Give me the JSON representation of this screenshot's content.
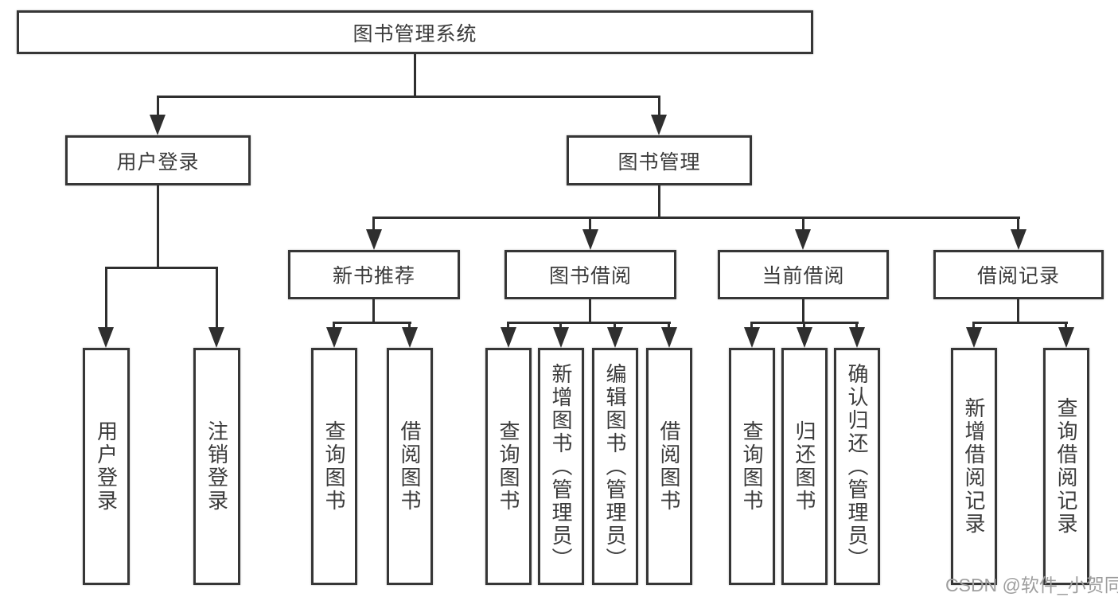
{
  "nodes": {
    "root": "图书管理系统",
    "level1": [
      "用户登录",
      "图书管理"
    ],
    "level2": [
      "新书推荐",
      "图书借阅",
      "当前借阅",
      "借阅记录"
    ],
    "leaves": [
      "用户登录",
      "注销登录",
      "查询图书",
      "借阅图书",
      "查询图书",
      "新增图书（管理员）",
      "编辑图书（管理员）",
      "借阅图书",
      "查询图书",
      "归还图书",
      "确认归还（管理员）",
      "新增借阅记录",
      "查询借阅记录"
    ]
  },
  "hierarchy": [
    {
      "parent": "图书管理系统",
      "children": [
        "用户登录",
        "图书管理"
      ]
    },
    {
      "parent": "用户登录",
      "children": [
        "用户登录",
        "注销登录"
      ]
    },
    {
      "parent": "图书管理",
      "children": [
        "新书推荐",
        "图书借阅",
        "当前借阅",
        "借阅记录"
      ]
    },
    {
      "parent": "新书推荐",
      "children": [
        "查询图书",
        "借阅图书"
      ]
    },
    {
      "parent": "图书借阅",
      "children": [
        "查询图书",
        "新增图书（管理员）",
        "编辑图书（管理员）",
        "借阅图书"
      ]
    },
    {
      "parent": "当前借阅",
      "children": [
        "查询图书",
        "归还图书",
        "确认归还（管理员）"
      ]
    },
    {
      "parent": "借阅记录",
      "children": [
        "新增借阅记录",
        "查询借阅记录"
      ]
    }
  ],
  "watermark": "CSDN @软件_小贺同学",
  "colors": {
    "line": "#2f2f2f",
    "box_border": "#363636",
    "text": "#3b3b3b",
    "watermark": "#9e9e9e",
    "background": "#ffffff"
  }
}
